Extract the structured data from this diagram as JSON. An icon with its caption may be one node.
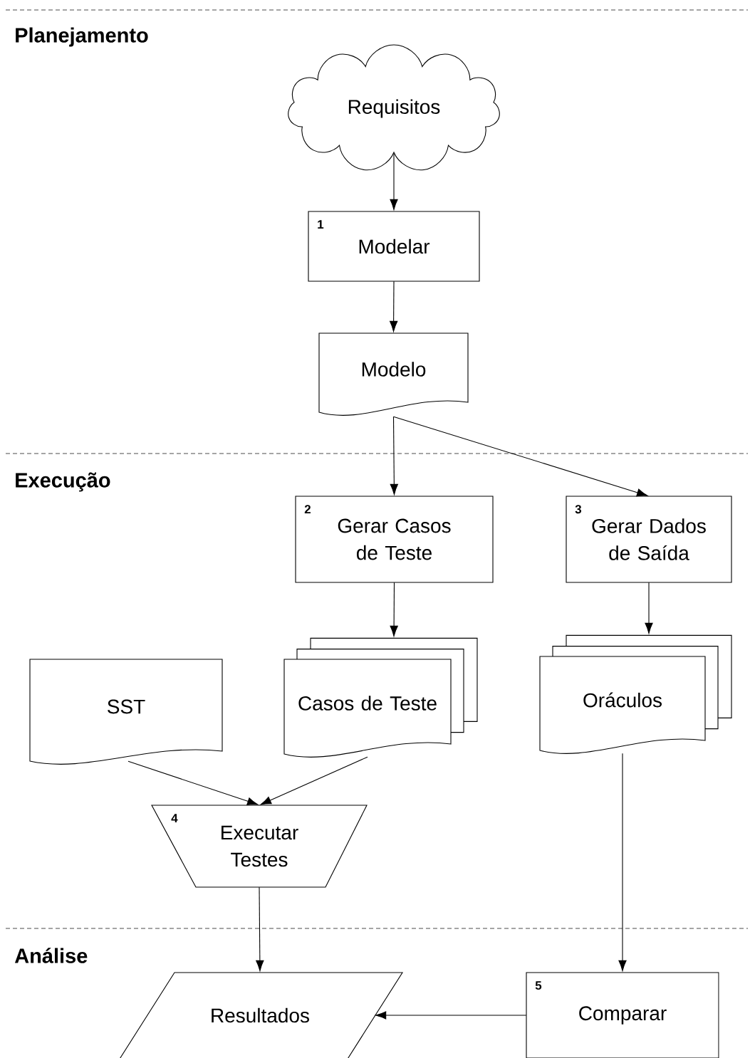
{
  "diagram": {
    "nodes": [
      {
        "text": [
          "Requisitos"
        ]
      },
      {
        "text": [
          "1",
          "Modelar"
        ]
      },
      {
        "text": [
          "Modelo"
        ]
      },
      {
        "text": [
          "2",
          "Gerar Casos de Teste"
        ]
      },
      {
        "text": [
          "3",
          "Gerar Dados de Saída"
        ]
      },
      {
        "text": [
          "SST"
        ]
      },
      {
        "text": [
          "Casos de Teste"
        ]
      },
      {
        "text": [
          "Oráculos"
        ]
      },
      {
        "text": [
          "4",
          "Executar Testes"
        ]
      },
      {
        "text": [
          "Resultados"
        ]
      },
      {
        "text": [
          "5",
          "Comparar"
        ]
      }
    ],
    "edges": [
      {
        "from": 0,
        "to": 1,
        "arrow": "to"
      },
      {
        "from": 1,
        "to": 2,
        "arrow": "to"
      },
      {
        "from": 2,
        "to": 3,
        "arrow": "to"
      },
      {
        "from": 2,
        "to": 4,
        "arrow": "to"
      },
      {
        "from": 3,
        "to": 6,
        "arrow": "to"
      },
      {
        "from": 4,
        "to": 7,
        "arrow": "to"
      },
      {
        "from": 5,
        "to": 8,
        "arrow": "to"
      },
      {
        "from": 6,
        "to": 8,
        "arrow": "to"
      },
      {
        "from": 8,
        "to": 9,
        "arrow": "to"
      },
      {
        "from": 7,
        "to": 10,
        "arrow": "to"
      },
      {
        "from": 10,
        "to": 9,
        "arrow": "to"
      }
    ],
    "labels": [
      "Planejamento",
      "Execução",
      "Análise"
    ]
  }
}
